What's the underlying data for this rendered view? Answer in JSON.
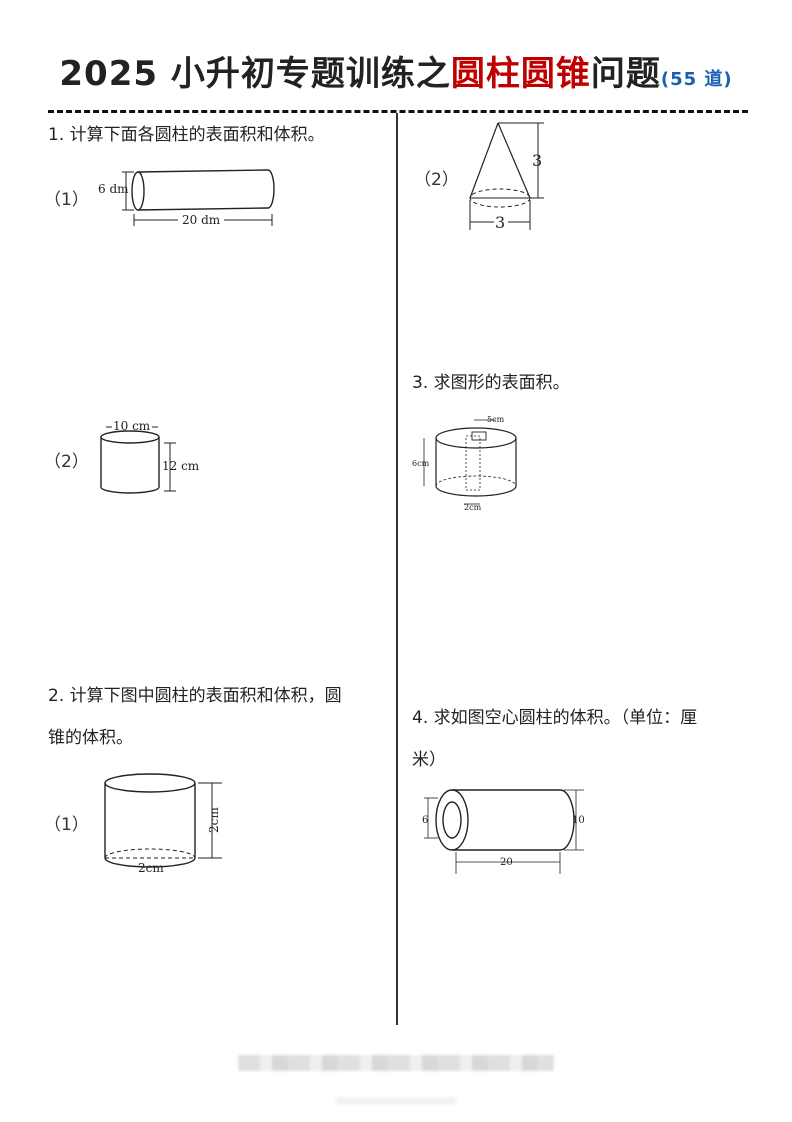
{
  "title": {
    "prefix": "2025 小升初专题训练之",
    "highlight": "圆柱圆锥",
    "suffix": "问题",
    "count": "(55 道)"
  },
  "questions": {
    "q1": {
      "text": "1. 计算下面各圆柱的表面积和体积。",
      "part1": {
        "label": "（1）",
        "height_label": "6 dm",
        "length_label": "20 dm"
      },
      "part2": {
        "label": "（2）",
        "diameter_label": "10 cm",
        "height_label": "12 cm"
      }
    },
    "q2": {
      "text_line1": "2. 计算下图中圆柱的表面积和体积，圆",
      "text_line2": "锥的体积。",
      "part1": {
        "label": "（1）",
        "height_label": "2cm",
        "diameter_label": "2cm"
      },
      "part2": {
        "label": "（2）",
        "height_label": "3",
        "diameter_label": "3"
      }
    },
    "q3": {
      "text": "3. 求图形的表面积。",
      "top_label": "5cm",
      "height_label": "6cm",
      "bottom_label": "2cm"
    },
    "q4": {
      "text_line1": "4. 求如图空心圆柱的体积。（单位：厘",
      "text_line2": "米）",
      "inner_label": "6",
      "outer_label": "10",
      "length_label": "20"
    }
  }
}
